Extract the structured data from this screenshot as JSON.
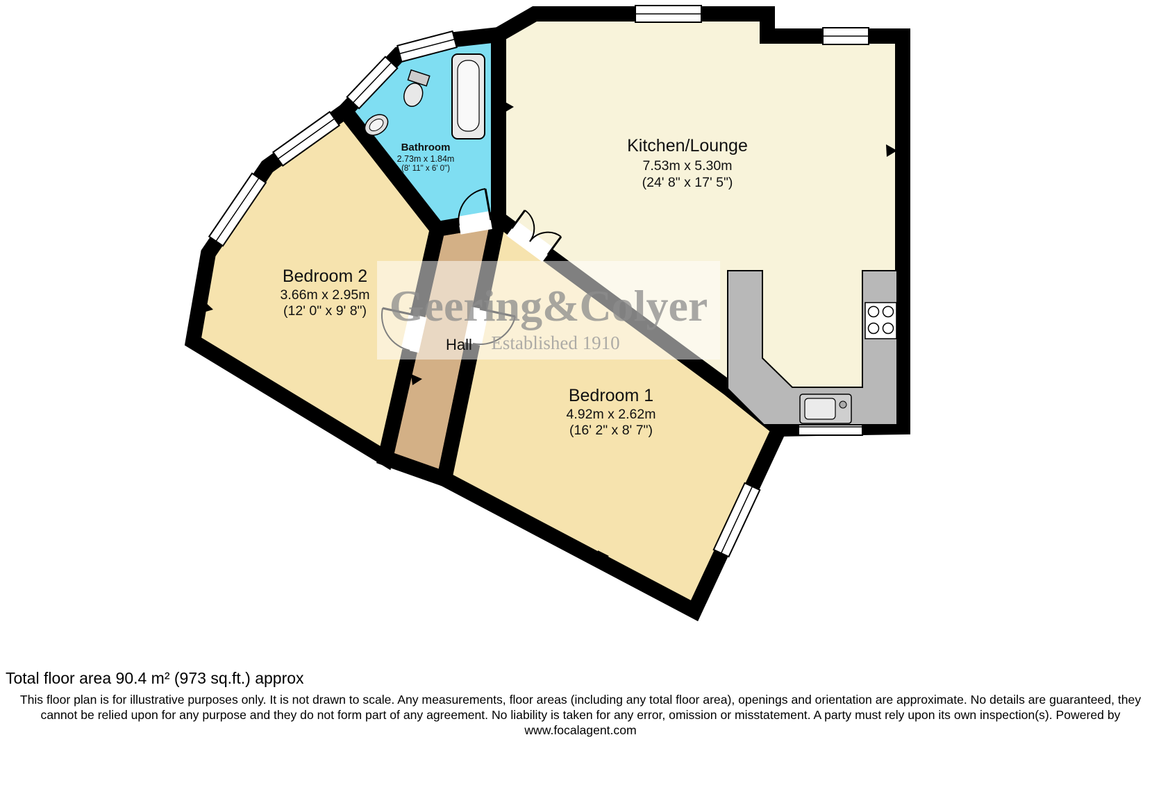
{
  "watermark": {
    "brand": "Geering&Colyer",
    "established": "Established 1910"
  },
  "rooms": {
    "kitchen_lounge": {
      "name": "Kitchen/Lounge",
      "metric": "7.53m x 5.30m",
      "imperial": "(24' 8\" x 17' 5\")"
    },
    "bathroom": {
      "name": "Bathroom",
      "metric": "2.73m x 1.84m",
      "imperial": "(8' 11\" x 6' 0\")"
    },
    "bedroom2": {
      "name": "Bedroom 2",
      "metric": "3.66m x 2.95m",
      "imperial": "(12' 0\" x 9' 8\")"
    },
    "bedroom1": {
      "name": "Bedroom 1",
      "metric": "4.92m x 2.62m",
      "imperial": "(16' 2\" x 8' 7\")"
    },
    "hall": {
      "name": "Hall"
    }
  },
  "footer": {
    "total_area": "Total floor area 90.4 m² (973 sq.ft.) approx",
    "disclaimer": "This floor plan is for illustrative purposes only. It is not drawn to scale. Any measurements, floor areas (including any total floor area), openings and orientation are approximate. No details are guaranteed, they cannot be relied upon for any purpose and they do not form part of any agreement. No liability is taken for any error, omission or misstatement. A party must rely upon its own inspection(s). Powered by www.focalagent.com"
  },
  "colors": {
    "wall": "#000000",
    "kitchen_lounge": "#f8f3da",
    "bedroom": "#f6e3ae",
    "hall": "#d3b086",
    "bathroom": "#7fdef2",
    "counter": "#b8b8b8",
    "watermark_text": "#8c8c8c"
  }
}
